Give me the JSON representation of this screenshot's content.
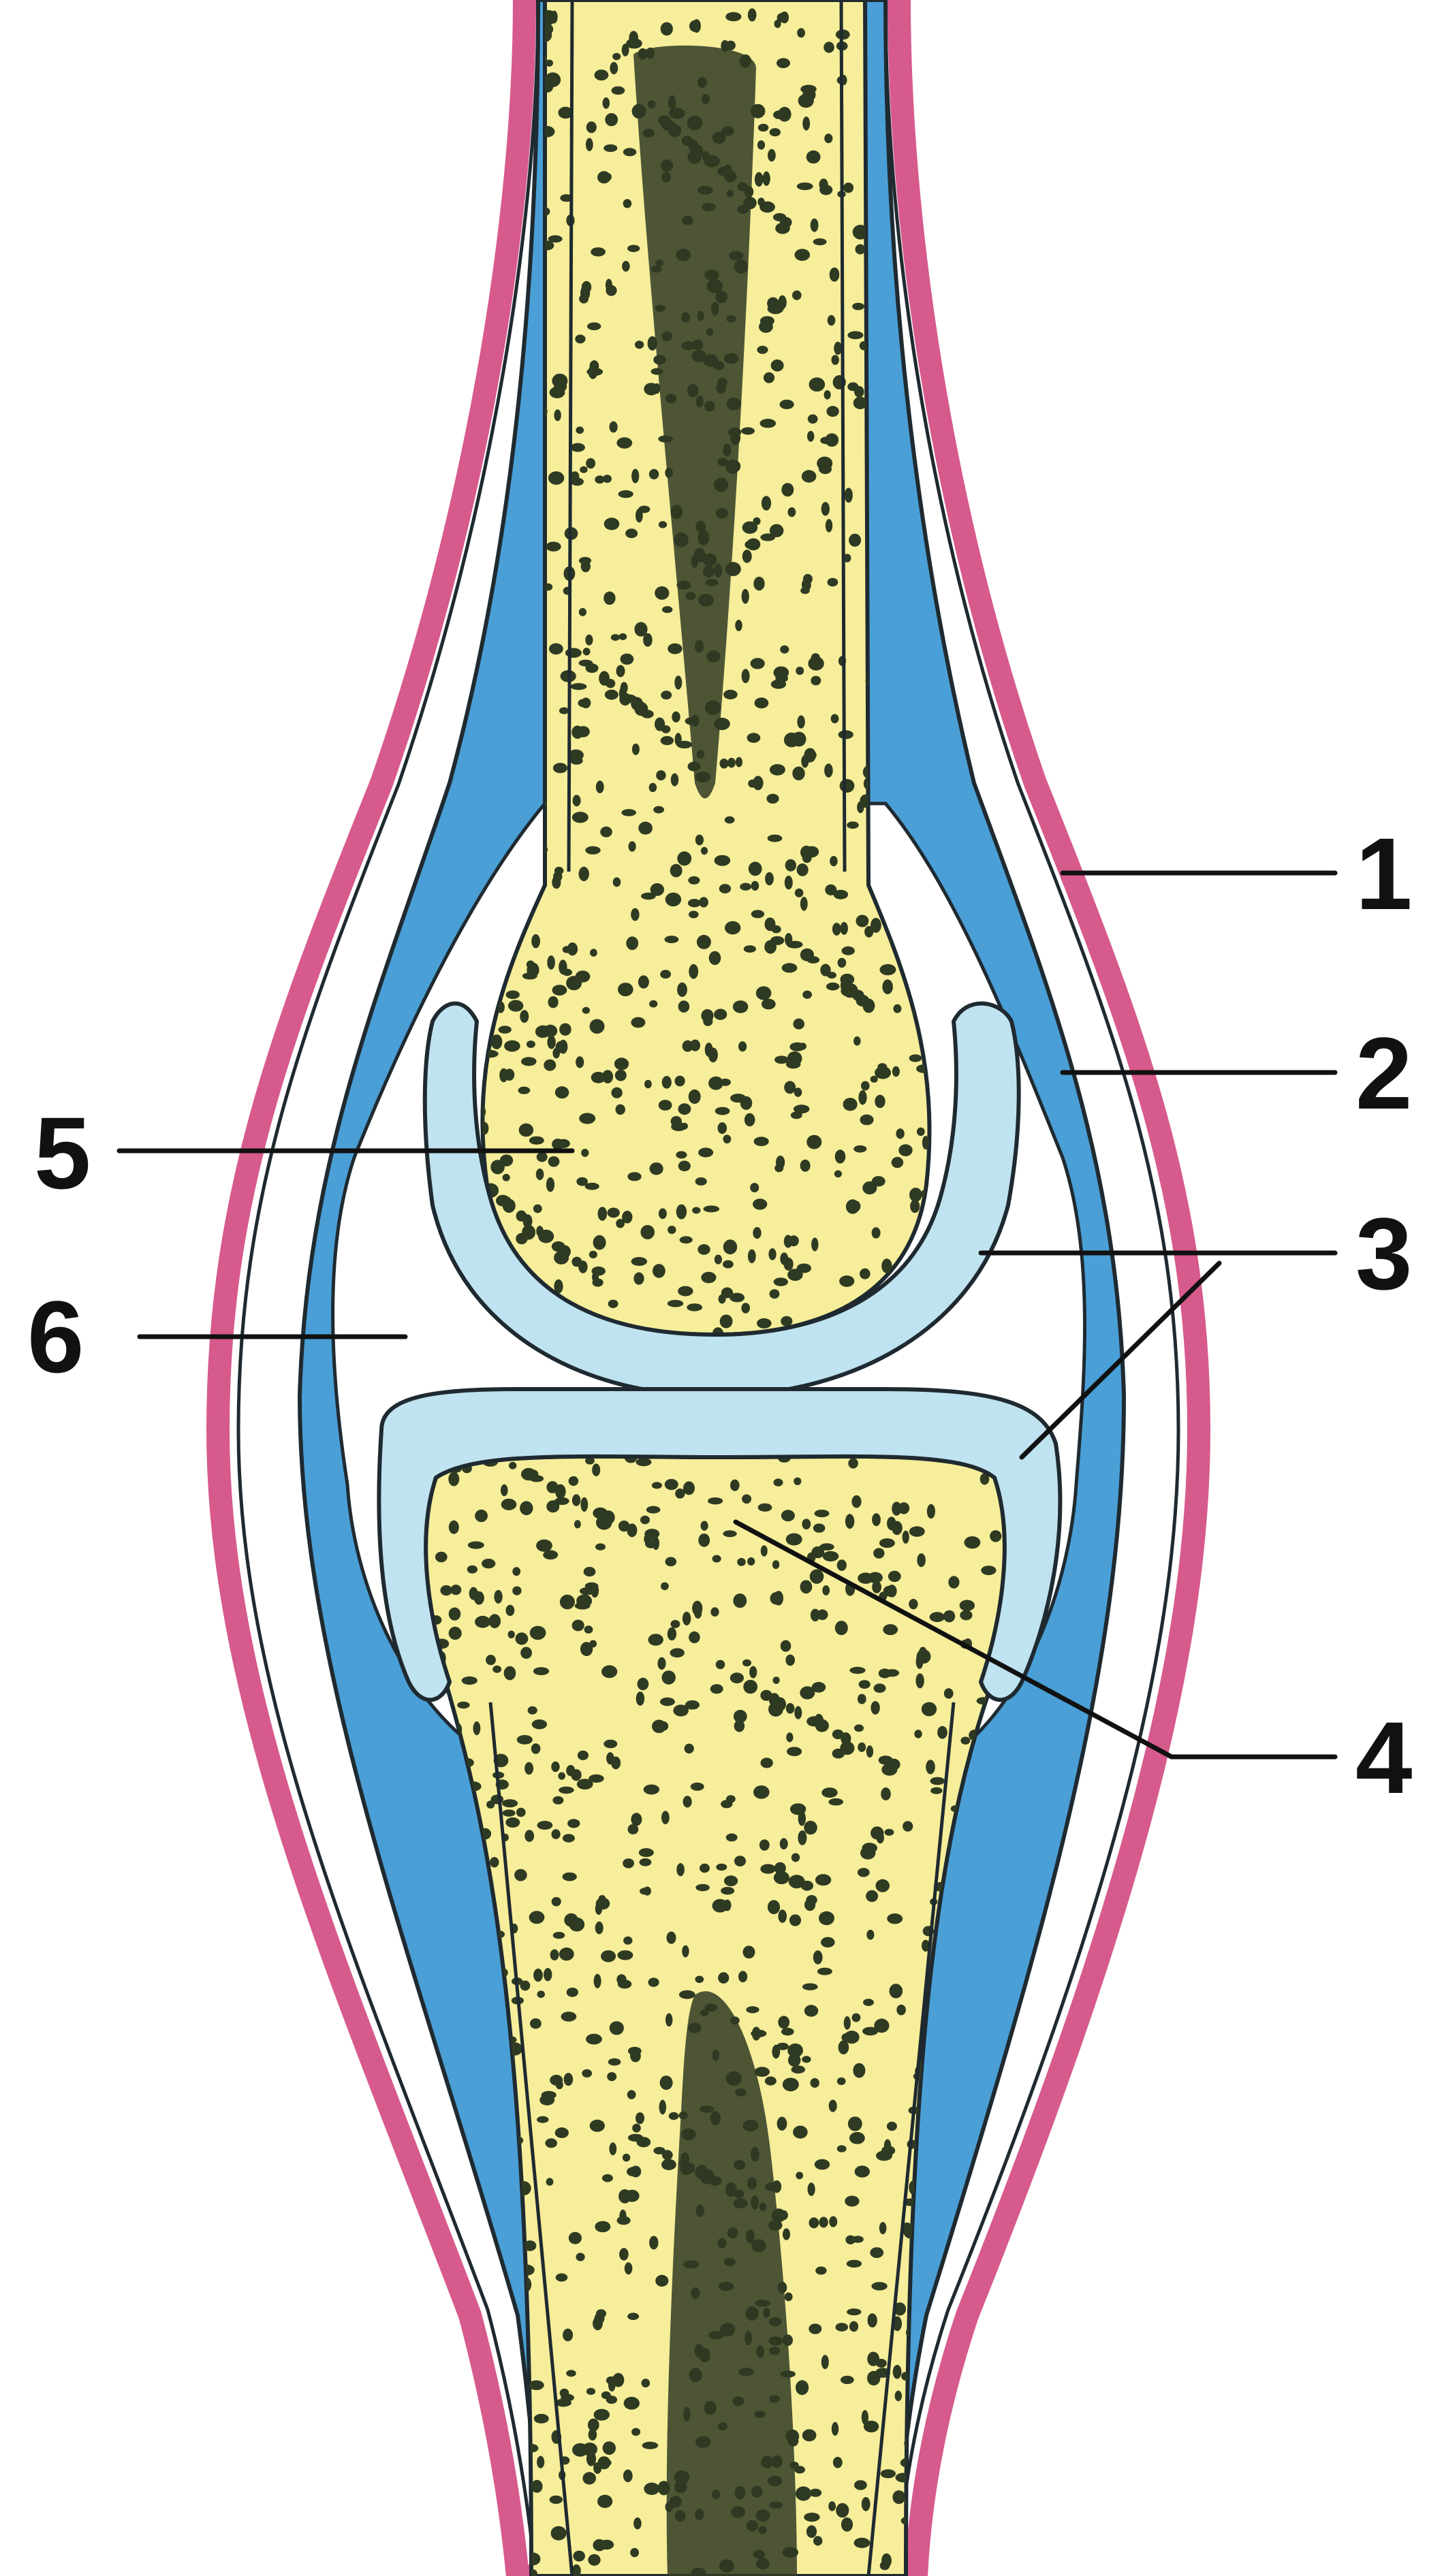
{
  "diagram": {
    "labels": [
      {
        "id": "1",
        "text": "1"
      },
      {
        "id": "2",
        "text": "2"
      },
      {
        "id": "3",
        "text": "3"
      },
      {
        "id": "4",
        "text": "4"
      },
      {
        "id": "5",
        "text": "5"
      },
      {
        "id": "6",
        "text": "6"
      }
    ]
  },
  "colors": {
    "bone": "#f6ee9a",
    "bone_speckle": "#2f3a22",
    "cartilage": "#bfe3f0",
    "capsule": "#4a9fd6",
    "skin": "#d75a8c",
    "outline": "#1f2a30",
    "background": "#ffffff"
  }
}
